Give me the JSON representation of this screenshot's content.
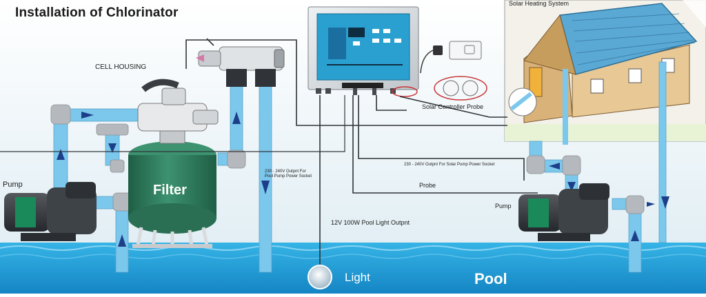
{
  "title": "Installation of Chlorinator",
  "labels": {
    "cell_housing": "CELL HOUSING",
    "solar_heating": "Solar Heating System",
    "solar_probe": "Solar Controller Probe",
    "pool_pump_socket": "230 - 240V Outpnt For\nPool Pump Power Socket",
    "solar_pump_socket": "230 - 240V Outpnt For Solar Pump Power Socket",
    "probe": "Probe",
    "pool_light_output": "12V 100W Pool Light Outpnt",
    "pump_left": "Pump",
    "pump_right": "Pump",
    "filter": "Filter",
    "light": "Light",
    "pool": "Pool"
  },
  "colors": {
    "pipe_blue": "#7cc7ec",
    "pipe_grey": "#b5b9bd",
    "water": "#1d9fd8",
    "filter_green": "#2e7a5c",
    "pump_dark": "#2e3236",
    "controller_panel": "#2aa0d0",
    "house_wall": "#e8c895",
    "roof_blue": "#5aa8d4"
  }
}
